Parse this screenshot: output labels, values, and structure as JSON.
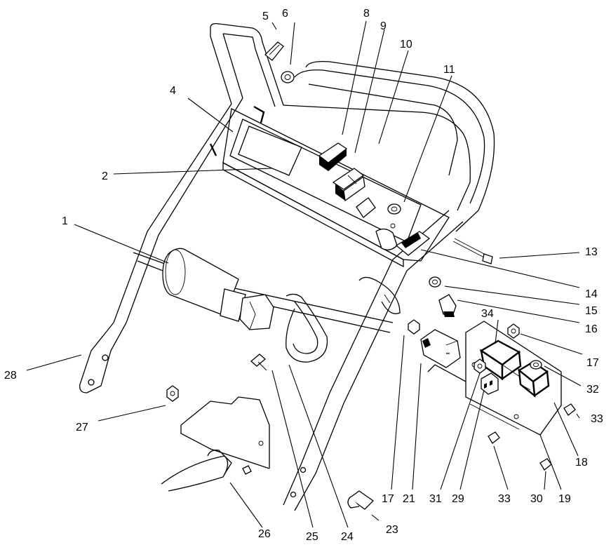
{
  "callouts": [
    {
      "id": "c1",
      "label": "1"
    },
    {
      "id": "c2",
      "label": "2"
    },
    {
      "id": "c4",
      "label": "4"
    },
    {
      "id": "c5",
      "label": "5"
    },
    {
      "id": "c6",
      "label": "6"
    },
    {
      "id": "c8",
      "label": "8"
    },
    {
      "id": "c9",
      "label": "9"
    },
    {
      "id": "c10",
      "label": "10"
    },
    {
      "id": "c11",
      "label": "11"
    },
    {
      "id": "c13",
      "label": "13"
    },
    {
      "id": "c14",
      "label": "14"
    },
    {
      "id": "c15",
      "label": "15"
    },
    {
      "id": "c16",
      "label": "16"
    },
    {
      "id": "c17a",
      "label": "17"
    },
    {
      "id": "c17b",
      "label": "17"
    },
    {
      "id": "c18",
      "label": "18"
    },
    {
      "id": "c19",
      "label": "19"
    },
    {
      "id": "c21",
      "label": "21"
    },
    {
      "id": "c23",
      "label": "23"
    },
    {
      "id": "c24",
      "label": "24"
    },
    {
      "id": "c25",
      "label": "25"
    },
    {
      "id": "c26",
      "label": "26"
    },
    {
      "id": "c27",
      "label": "27"
    },
    {
      "id": "c28",
      "label": "28"
    },
    {
      "id": "c29",
      "label": "29"
    },
    {
      "id": "c30",
      "label": "30"
    },
    {
      "id": "c31",
      "label": "31"
    },
    {
      "id": "c32",
      "label": "32"
    },
    {
      "id": "c33a",
      "label": "33"
    },
    {
      "id": "c33b",
      "label": "33"
    },
    {
      "id": "c34",
      "label": "34"
    }
  ]
}
